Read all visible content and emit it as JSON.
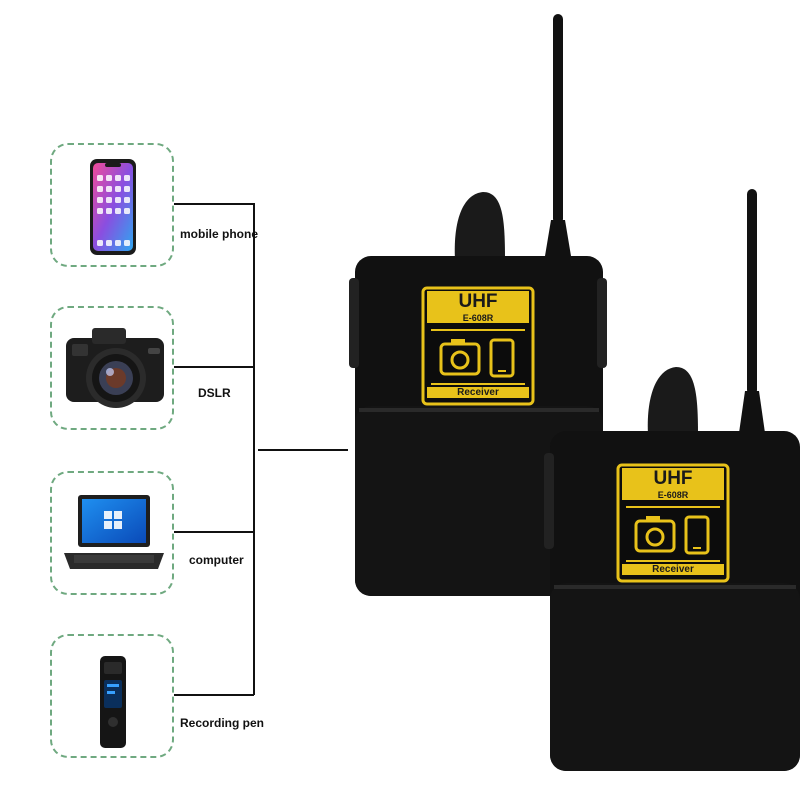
{
  "connections": [
    {
      "label": "mobile phone",
      "icon": "smartphone-icon"
    },
    {
      "label": "DSLR",
      "icon": "dslr-camera-icon"
    },
    {
      "label": "computer",
      "icon": "laptop-icon"
    },
    {
      "label": "Recording pen",
      "icon": "recording-pen-icon"
    }
  ],
  "receivers": [
    {
      "band": "UHF",
      "model": "E-608R",
      "name": "Receiver"
    },
    {
      "band": "UHF",
      "model": "E-608R",
      "name": "Receiver"
    }
  ],
  "colors": {
    "card_border": "#6fa980",
    "device_body": "#111111",
    "panel_gold": "#e8c21a"
  }
}
